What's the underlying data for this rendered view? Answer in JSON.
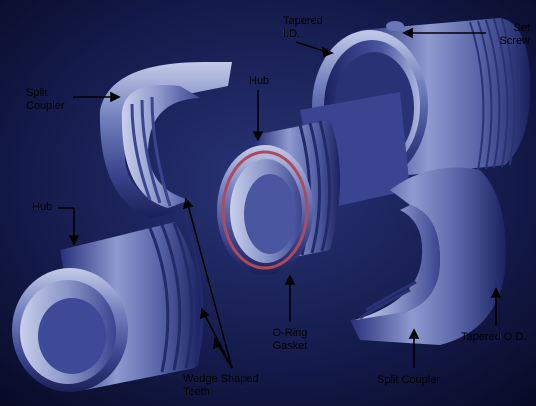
{
  "labels": {
    "tapered_id": [
      "Tapered",
      "I.D."
    ],
    "set_screw": [
      "Set",
      "Screw"
    ],
    "split_coupler_top": [
      "Split",
      "Coupler"
    ],
    "hub_center": "Hub",
    "hub_left": "Hub",
    "o_ring_gasket": [
      "O-Ring",
      "Gasket"
    ],
    "wedge_shaped_teeth": [
      "Wedge Shaped",
      "Teeth"
    ],
    "split_coupler_bottom": "Split Coupler",
    "tapered_od": "Tapered O.D."
  },
  "colors": {
    "background": "#0b1030",
    "part_light": "#a8b2d8",
    "part_mid": "#5d6aa8",
    "part_dark": "#1f2660",
    "gasket": "#b04a5a"
  }
}
